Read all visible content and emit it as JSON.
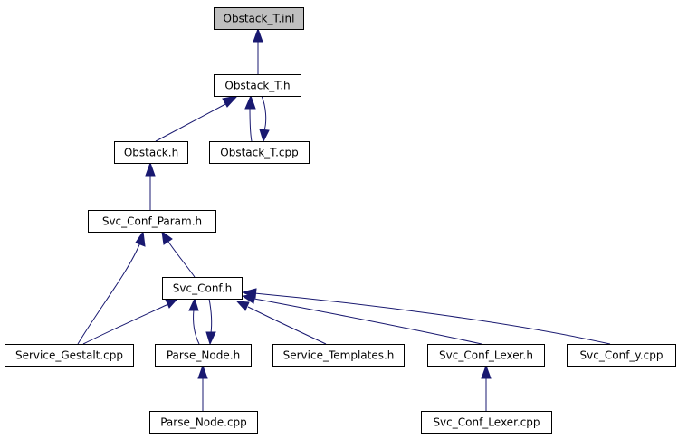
{
  "diagram": {
    "nodes": [
      {
        "id": "obstack_t_inl",
        "label": "Obstack_T.inl",
        "highlighted": true
      },
      {
        "id": "obstack_t_h",
        "label": "Obstack_T.h"
      },
      {
        "id": "obstack_h",
        "label": "Obstack.h"
      },
      {
        "id": "obstack_t_cpp",
        "label": "Obstack_T.cpp"
      },
      {
        "id": "svc_conf_param_h",
        "label": "Svc_Conf_Param.h"
      },
      {
        "id": "svc_conf_h",
        "label": "Svc_Conf.h"
      },
      {
        "id": "service_gestalt_cpp",
        "label": "Service_Gestalt.cpp"
      },
      {
        "id": "parse_node_h",
        "label": "Parse_Node.h"
      },
      {
        "id": "service_templates_h",
        "label": "Service_Templates.h"
      },
      {
        "id": "svc_conf_lexer_h",
        "label": "Svc_Conf_Lexer.h"
      },
      {
        "id": "svc_conf_y_cpp",
        "label": "Svc_Conf_y.cpp"
      },
      {
        "id": "parse_node_cpp",
        "label": "Parse_Node.cpp"
      },
      {
        "id": "svc_conf_lexer_cpp",
        "label": "Svc_Conf_Lexer.cpp"
      }
    ],
    "edges": [
      {
        "from": "obstack_t_h",
        "to": "obstack_t_inl"
      },
      {
        "from": "obstack_h",
        "to": "obstack_t_h"
      },
      {
        "from": "obstack_t_cpp",
        "to": "obstack_t_h"
      },
      {
        "from": "obstack_t_h",
        "to": "obstack_t_cpp"
      },
      {
        "from": "svc_conf_param_h",
        "to": "obstack_h"
      },
      {
        "from": "service_gestalt_cpp",
        "to": "svc_conf_param_h"
      },
      {
        "from": "svc_conf_h",
        "to": "svc_conf_param_h"
      },
      {
        "from": "service_gestalt_cpp",
        "to": "svc_conf_h"
      },
      {
        "from": "parse_node_h",
        "to": "svc_conf_h"
      },
      {
        "from": "svc_conf_h",
        "to": "parse_node_h"
      },
      {
        "from": "service_templates_h",
        "to": "svc_conf_h"
      },
      {
        "from": "svc_conf_lexer_h",
        "to": "svc_conf_h"
      },
      {
        "from": "svc_conf_y_cpp",
        "to": "svc_conf_h"
      },
      {
        "from": "parse_node_cpp",
        "to": "parse_node_h"
      },
      {
        "from": "svc_conf_lexer_cpp",
        "to": "svc_conf_lexer_h"
      }
    ],
    "colors": {
      "edge": "#191970",
      "root_fill": "#bfbfbf",
      "node_fill": "#ffffff",
      "border": "#000000"
    }
  }
}
